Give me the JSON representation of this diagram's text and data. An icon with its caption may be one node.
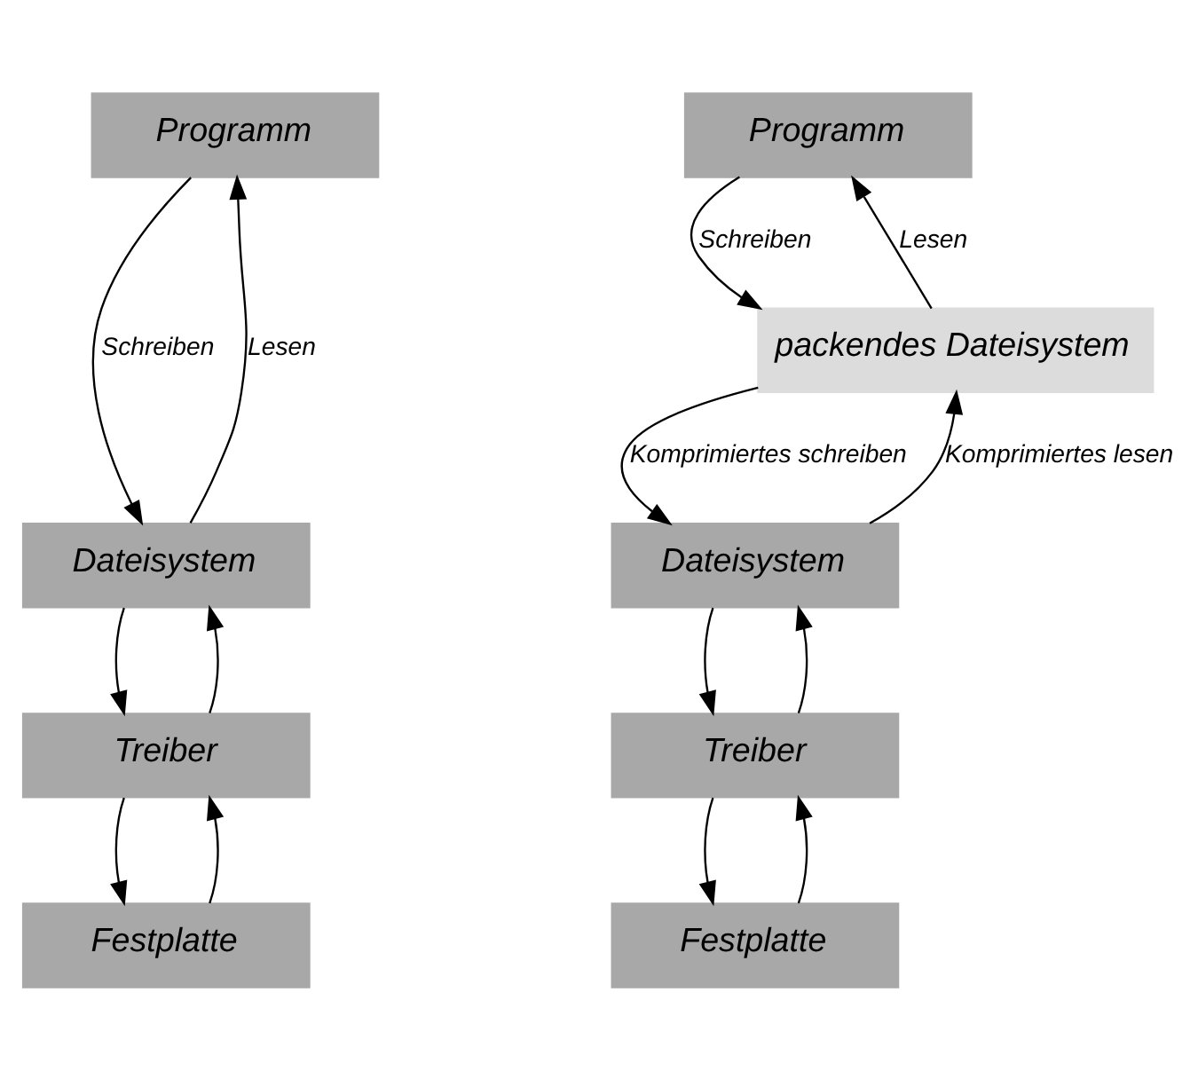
{
  "diagram": {
    "nodes": [
      {
        "text": [
          "Programm"
        ]
      },
      {
        "text": [
          "Dateisystem"
        ]
      },
      {
        "text": [
          "Treiber"
        ]
      },
      {
        "text": [
          "Festplatte"
        ]
      },
      {
        "text": [
          "Programm"
        ]
      },
      {
        "text": [
          "packendes Dateisystem"
        ]
      },
      {
        "text": [
          "Dateisystem"
        ]
      },
      {
        "text": [
          "Treiber"
        ]
      },
      {
        "text": [
          "Festplatte"
        ]
      }
    ],
    "edges": [
      {
        "from": 0,
        "to": 1,
        "arrow": "to",
        "label": "Schreiben"
      },
      {
        "from": 1,
        "to": 0,
        "arrow": "to",
        "label": "Lesen"
      },
      {
        "from": 1,
        "to": 2,
        "arrow": "to"
      },
      {
        "from": 2,
        "to": 1,
        "arrow": "to"
      },
      {
        "from": 2,
        "to": 3,
        "arrow": "to"
      },
      {
        "from": 3,
        "to": 2,
        "arrow": "to"
      },
      {
        "from": 4,
        "to": 5,
        "arrow": "to",
        "label": "Schreiben"
      },
      {
        "from": 5,
        "to": 4,
        "arrow": "to",
        "label": "Lesen"
      },
      {
        "from": 5,
        "to": 6,
        "arrow": "to",
        "label": "Komprimiertes schreiben"
      },
      {
        "from": 6,
        "to": 5,
        "arrow": "to",
        "label": "Komprimiertes lesen"
      },
      {
        "from": 6,
        "to": 7,
        "arrow": "to"
      },
      {
        "from": 7,
        "to": 6,
        "arrow": "to"
      },
      {
        "from": 7,
        "to": 8,
        "arrow": "to"
      },
      {
        "from": 8,
        "to": 7,
        "arrow": "to"
      }
    ]
  }
}
